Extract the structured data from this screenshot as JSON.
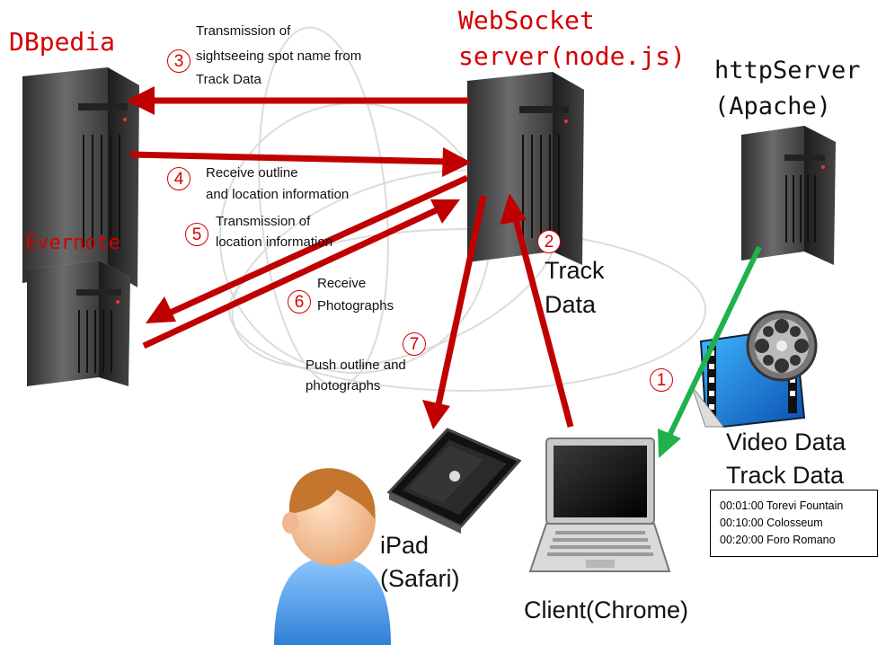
{
  "nodes": {
    "dbpedia": "DBpedia",
    "websocket_line1": "WebSocket",
    "websocket_line2": "server(node.js)",
    "http_line1": "httpServer",
    "http_line2": "(Apache)",
    "evernote": "Evernote",
    "ipad_line1": "iPad",
    "ipad_line2": "(Safari)",
    "client": "Client(Chrome)"
  },
  "steps": [
    {
      "num": "1",
      "lines": []
    },
    {
      "num": "2",
      "lines": [
        "Track",
        "Data"
      ]
    },
    {
      "num": "3",
      "lines": [
        "Transmission of",
        "sightseeing spot name from",
        "Track Data"
      ]
    },
    {
      "num": "4",
      "lines": [
        "Receive outline",
        "and location information"
      ]
    },
    {
      "num": "5",
      "lines": [
        "Transmission of",
        "location information"
      ]
    },
    {
      "num": "6",
      "lines": [
        "Receive",
        "Photographs"
      ]
    },
    {
      "num": "7",
      "lines": [
        "Push outline and",
        "photographs"
      ]
    }
  ],
  "media": {
    "video_label": "Video Data",
    "track_label": "Track Data",
    "track_entries": [
      "00:01:00 Torevi Fountain",
      "00:10:00 Colosseum",
      "00:20:00 Foro Romano"
    ]
  },
  "colors": {
    "arrow_red": "#c00000",
    "arrow_green": "#1fb24a",
    "label_red": "#d40000"
  },
  "icons": [
    "server-icon",
    "laptop-icon",
    "ipad-icon",
    "user-icon",
    "film-reel-icon"
  ]
}
